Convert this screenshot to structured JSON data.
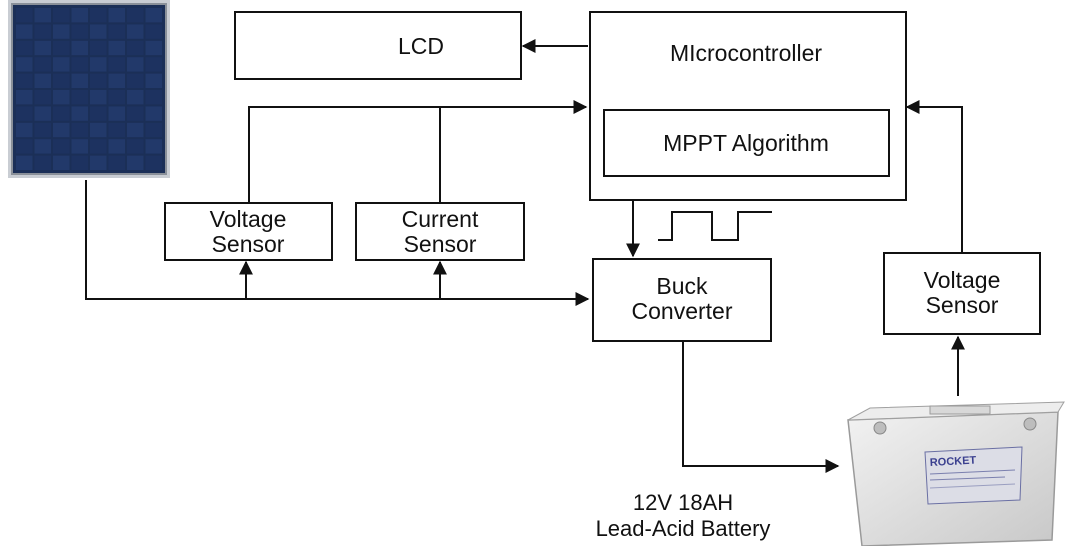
{
  "colors": {
    "line": "#111111",
    "panel_cell": "#1b2f57",
    "panel_frame": "#c9cdd3",
    "battery_body": "#e4e4e4",
    "battery_label": "#3a3f8f"
  },
  "icons": {
    "solar_panel": "solar-panel-icon",
    "battery": "battery-icon"
  },
  "blocks": {
    "lcd": "LCD",
    "microcontroller": "MIcrocontroller",
    "mppt": "MPPT Algorithm",
    "voltage_sensor_1": [
      "Voltage",
      "Sensor"
    ],
    "current_sensor": [
      "Current",
      "Sensor"
    ],
    "buck_converter": [
      "Buck",
      "Converter"
    ],
    "voltage_sensor_2": [
      "Voltage",
      "Sensor"
    ]
  },
  "battery": {
    "brand": "ROCKET",
    "caption": [
      "12V 18AH",
      "Lead-Acid Battery"
    ]
  }
}
